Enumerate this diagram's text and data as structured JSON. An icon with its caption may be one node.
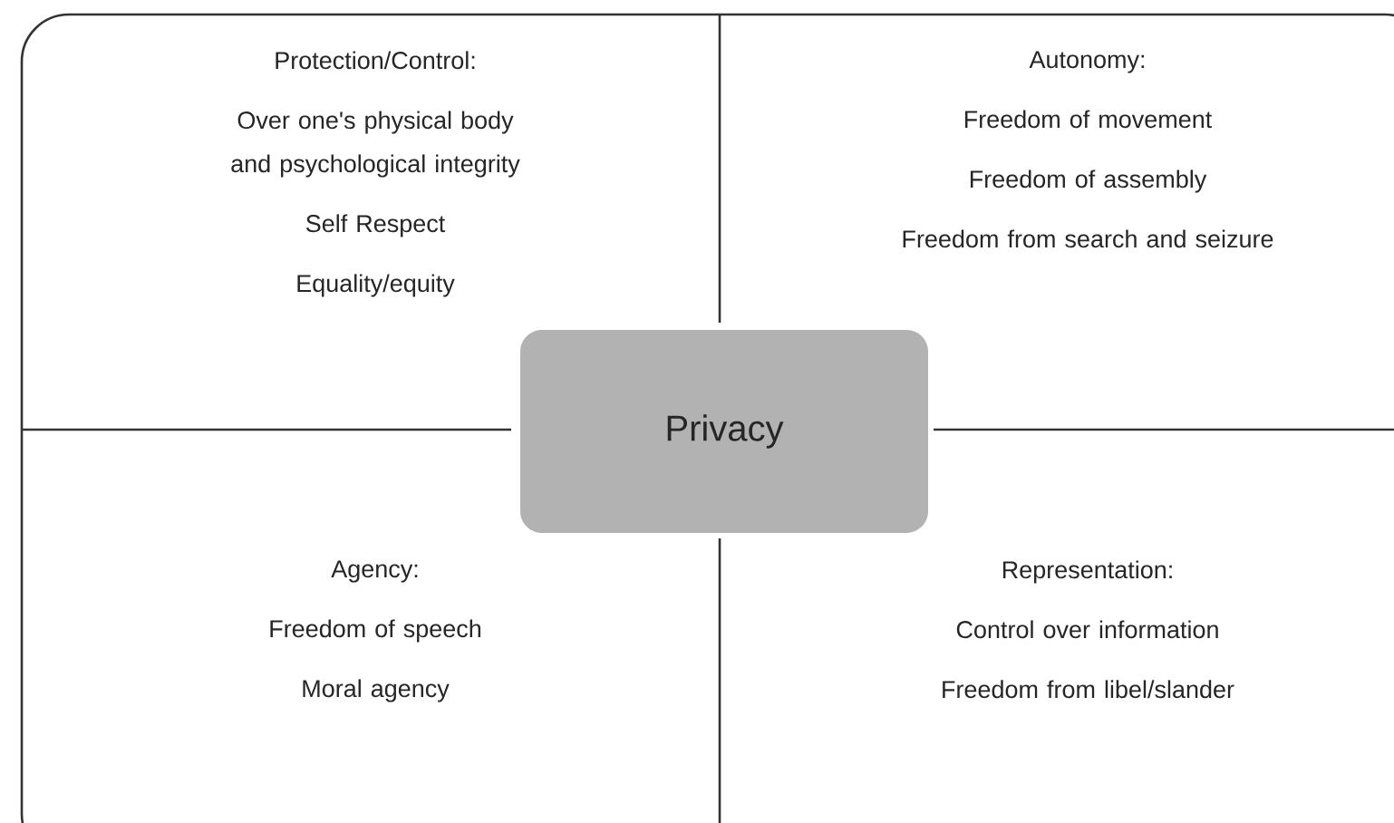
{
  "diagram": {
    "nodes": [
      {
        "text": [
          "Protection/Control:",
          "Over one's physical body and psychological integrity",
          "Self Respect",
          "Equality/equity"
        ]
      },
      {
        "text": [
          "Autonomy:",
          "Freedom of movement",
          "Freedom of assembly",
          "Freedom from search and seizure"
        ]
      },
      {
        "text": [
          "Privacy"
        ]
      },
      {
        "text": [
          "Agency:",
          "Freedom of speech",
          "Moral agency"
        ]
      },
      {
        "text": [
          "Representation:",
          "Control over information",
          "Freedom from libel/slander"
        ]
      }
    ]
  }
}
